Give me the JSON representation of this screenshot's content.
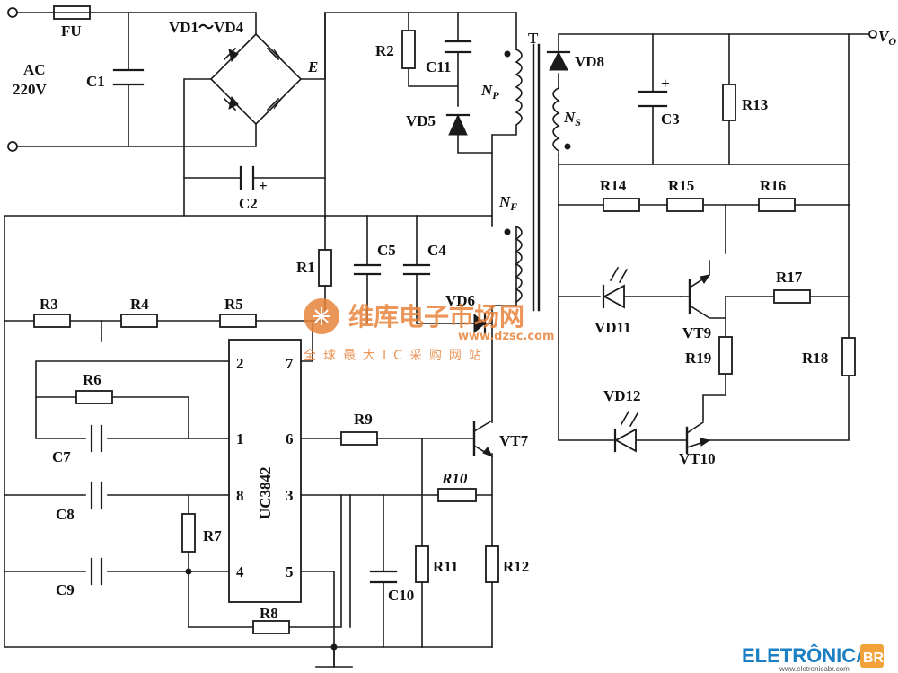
{
  "diagram": {
    "fuse": "FU",
    "input": [
      "AC",
      "220V"
    ],
    "bridge": "VD1～VD4",
    "node_e": "E",
    "transformer": "T",
    "output": "V",
    "output_sub": "O",
    "ic": "UC3842",
    "ic_pins": [
      "2",
      "7",
      "1",
      "6",
      "8",
      "3",
      "4",
      "5"
    ],
    "polarity": "+",
    "windings": [
      {
        "main": "N",
        "sub": "P"
      },
      {
        "main": "N",
        "sub": "S"
      },
      {
        "main": "N",
        "sub": "F"
      }
    ],
    "resistors": [
      "R1",
      "R2",
      "R3",
      "R4",
      "R5",
      "R6",
      "R7",
      "R8",
      "R9",
      "R10",
      "R11",
      "R12",
      "R13",
      "R14",
      "R15",
      "R16",
      "R17",
      "R18",
      "R19"
    ],
    "capacitors": [
      "C1",
      "C2",
      "C3",
      "C4",
      "C5",
      "C7",
      "C8",
      "C9",
      "C10",
      "C11"
    ],
    "diodes": [
      "VD5",
      "VD6",
      "VD8"
    ],
    "leds": [
      "VD11",
      "VD12"
    ],
    "transistors": [
      "VT7",
      "VT9",
      "VT10"
    ]
  },
  "watermark": {
    "cn_title": "维库电子市场网",
    "url": "www.dzsc.com",
    "cn_subtitle": "全球最大IC采购网站"
  },
  "brand": {
    "name": "ELETRÔNICA",
    "badge": "BR",
    "site": "www.eletronicabr.com"
  }
}
